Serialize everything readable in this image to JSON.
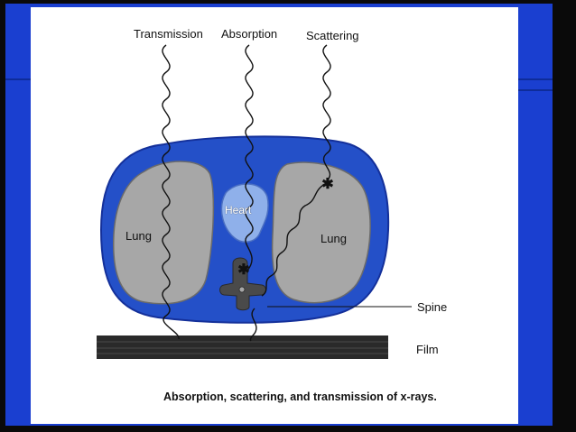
{
  "labels": {
    "transmission": "Transmission",
    "absorption": "Absorption",
    "scattering": "Scattering",
    "heart": "Heart",
    "lung_left": "Lung",
    "lung_right": "Lung",
    "spine": "Spine",
    "film": "Film"
  },
  "caption": "Absorption, scattering, and transmission of x-rays.",
  "colors": {
    "slide_blue": "#1a3fd0",
    "body": "#2450c8",
    "lung": "#a7a7a7",
    "heart": "#8fb0ea",
    "spine": "#4a4a4a",
    "film": "#2a2a2a",
    "panel": "#ffffff",
    "background": "#0a0a0a"
  }
}
